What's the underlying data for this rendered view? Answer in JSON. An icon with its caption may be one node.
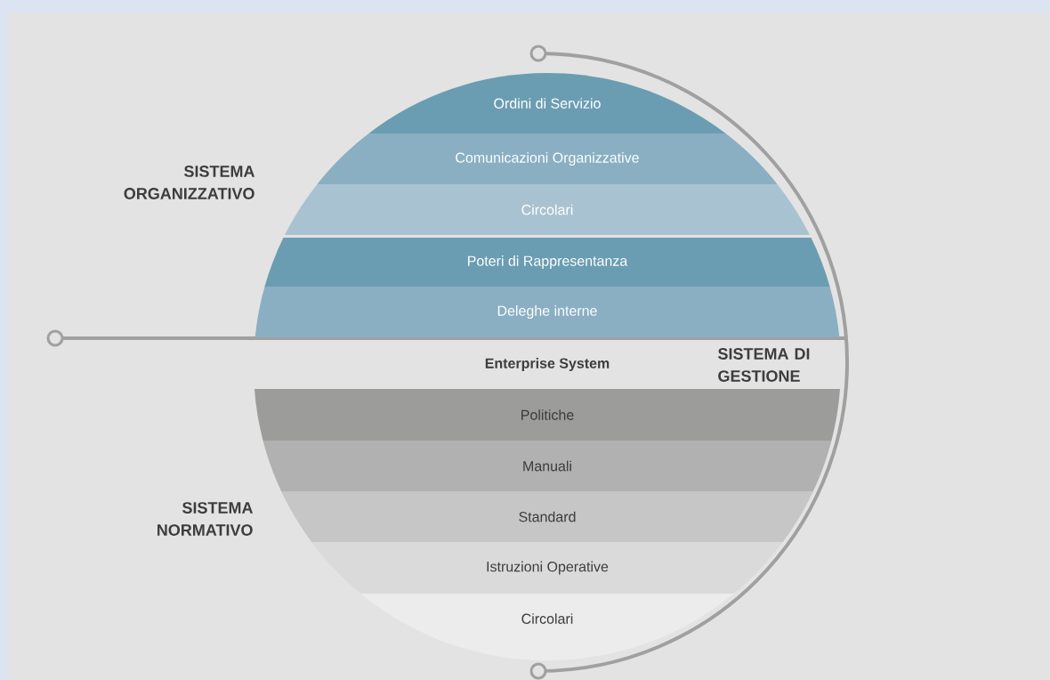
{
  "diagram": {
    "nodes": [
      {
        "text": [
          "Ordini di Servizio"
        ]
      },
      {
        "text": [
          "Comunicazioni Organizzative"
        ]
      },
      {
        "text": [
          "Circolari"
        ]
      },
      {
        "text": [
          "Poteri di Rappresentanza"
        ]
      },
      {
        "text": [
          "Deleghe interne"
        ]
      },
      {
        "text": [
          "Enterprise System"
        ]
      },
      {
        "text": [
          "Politiche"
        ]
      },
      {
        "text": [
          "Manuali"
        ]
      },
      {
        "text": [
          "Standard"
        ]
      },
      {
        "text": [
          "Istruzioni Operative"
        ]
      },
      {
        "text": [
          "Circolari"
        ]
      }
    ],
    "labels": [
      "SISTEMA ORGANIZZATIVO",
      "SISTEMA DI GESTIONE",
      "SISTEMA NORMATIVO"
    ]
  }
}
